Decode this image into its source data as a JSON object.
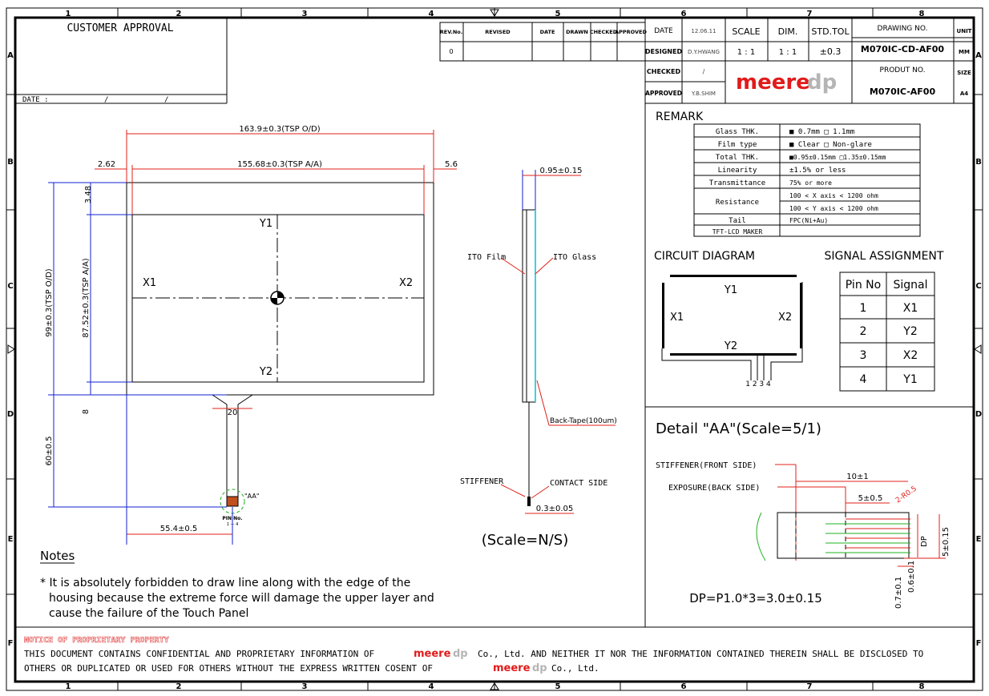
{
  "frame": {
    "columns": [
      "1",
      "2",
      "3",
      "4",
      "5",
      "6",
      "7",
      "8"
    ],
    "rows": [
      "A",
      "B",
      "C",
      "D",
      "E",
      "F"
    ]
  },
  "customer_approval": {
    "title": "CUSTOMER  APPROVAL",
    "date_label": "DATE :",
    "date_sep1": "/",
    "date_sep2": "/"
  },
  "revision": {
    "headers": [
      "REV.No.",
      "REVISED",
      "DATE",
      "DRAWN",
      "CHECKED",
      "APPROVED"
    ],
    "row": [
      "0",
      "",
      "",
      "",
      "",
      ""
    ]
  },
  "title_block": {
    "date_label": "DATE",
    "date_value": "12.06.11",
    "designed_label": "DESIGNED",
    "designed_value": "D.Y.HWANG",
    "checked_label": "CHECKED",
    "checked_value": "/",
    "approved_label": "APPROVED",
    "approved_value": "Y.B.SHIM",
    "scale_label": "SCALE",
    "scale_value": "1 : 1",
    "dim_label": "DIM.",
    "dim_value": "1 : 1",
    "stdtol_label": "STD.TOL",
    "stdtol_value": "±0.3",
    "drawing_no_label": "DRAWING NO.",
    "drawing_no_value": "M070IC-CD-AF00",
    "product_no_label": "PRODUT NO.",
    "product_no_value": "M070IC-AF00",
    "unit_label": "UNIT",
    "unit_value": "MM",
    "size_label": "SIZE",
    "size_value": "A4",
    "logo_main": "meere",
    "logo_sub": "dp"
  },
  "remark": {
    "title": "REMARK",
    "rows": [
      {
        "label": "Glass THK.",
        "value": "■ 0.7mm   □ 1.1mm"
      },
      {
        "label": "Film type",
        "value": "■ Clear   □ Non-glare"
      },
      {
        "label": "Total THK.",
        "value": "■0.95±0.15mm □1.35±0.15mm"
      },
      {
        "label": "Linearity",
        "value": "±1.5% or less"
      },
      {
        "label": "Transmittance",
        "value": "75% or more"
      },
      {
        "label": "Resistance",
        "value": "100 < X axis < 1200 ohm"
      },
      {
        "label": "",
        "value": "100 < Y axis < 1200 ohm"
      },
      {
        "label": "Tail",
        "value": "FPC(Ni+Au)"
      },
      {
        "label": "TFT-LCD MAKER",
        "value": ""
      }
    ]
  },
  "circuit": {
    "title": "CIRCUIT DIAGRAM",
    "y1": "Y1",
    "y2": "Y2",
    "x1": "X1",
    "x2": "X2",
    "pins": "1 2 3 4"
  },
  "signal": {
    "title": "SIGNAL ASSIGNMENT",
    "headers": [
      "Pin No",
      "Signal"
    ],
    "rows": [
      [
        "1",
        "X1"
      ],
      [
        "2",
        "Y2"
      ],
      [
        "3",
        "X2"
      ],
      [
        "4",
        "Y1"
      ]
    ]
  },
  "detail": {
    "title": "Detail \"AA\"(Scale=5/1)",
    "stiffener": "STIFFENER(FRONT SIDE)",
    "exposure": "EXPOSURE(BACK SIDE)",
    "dim_10": "10±1",
    "dim_5": "5±0.5",
    "dim_r": "2-R0.5",
    "dim_dp": "DP",
    "dim_515": "5±0.15",
    "dim_07": "0.7±0.1",
    "dim_06": "0.6±0.1",
    "formula": "DP=P1.0*3=3.0±0.15"
  },
  "front_view": {
    "dim_total_w": "163.9±0.3(TSP O/D)",
    "dim_aa_w": "155.68±0.3(TSP A/A)",
    "dim_left": "2.62",
    "dim_right": "5.6",
    "dim_top": "3.48",
    "dim_total_h": "99±0.3(TSP O/D)",
    "dim_aa_h": "87.52±0.3(TSP A/A)",
    "dim_8": "8",
    "dim_60": "60±0.5",
    "dim_20": "20",
    "dim_55": "55.4±0.5",
    "y1": "Y1",
    "y2": "Y2",
    "x1": "X1",
    "x2": "X2",
    "aa_label": "\"AA\"",
    "pin_label": "PIN No.",
    "pin_range": "1 — 4"
  },
  "side_view": {
    "dim_thk": "0.95±0.15",
    "ito_film": "ITO Film",
    "ito_glass": "ITO Glass",
    "back_tape": "Back-Tape(100um)",
    "stiffener": "STIFFENER",
    "contact_side": "CONTACT SIDE",
    "dim_03": "0.3±0.05",
    "scale": "(Scale=N/S)"
  },
  "notes": {
    "title": "Notes",
    "line1": "* It is absolutely forbidden to draw line along with the edge of the",
    "line2": "housing because the extreme force will damage the upper layer and",
    "line3": "cause the failure of the Touch Panel"
  },
  "footer": {
    "notice": "NOTICE OF PROPRIETARY PROPERTY",
    "line1_a": "THIS DOCUMENT CONTAINS CONFIDENTIAL AND PROPRIETARY INFORMATION OF",
    "line1_b": "Co., Ltd. AND NEITHER IT NOR THE INFORMATION CONTAINED THEREIN SHALL BE DISCLOSED TO",
    "line2_a": "OTHERS OR DUPLICATED OR USED FOR OTHERS WITHOUT THE EXPRESS WRITTEN COSENT OF",
    "line2_b": "Co., Ltd."
  },
  "colors": {
    "dim_red": "#e0201a",
    "dim_blue": "#1020d0",
    "logo_red": "#e21a1a",
    "logo_gray": "#b5b5b5",
    "notice_red": "#e04040",
    "circle_green": "#20b020",
    "cyan": "#40d0e0"
  }
}
